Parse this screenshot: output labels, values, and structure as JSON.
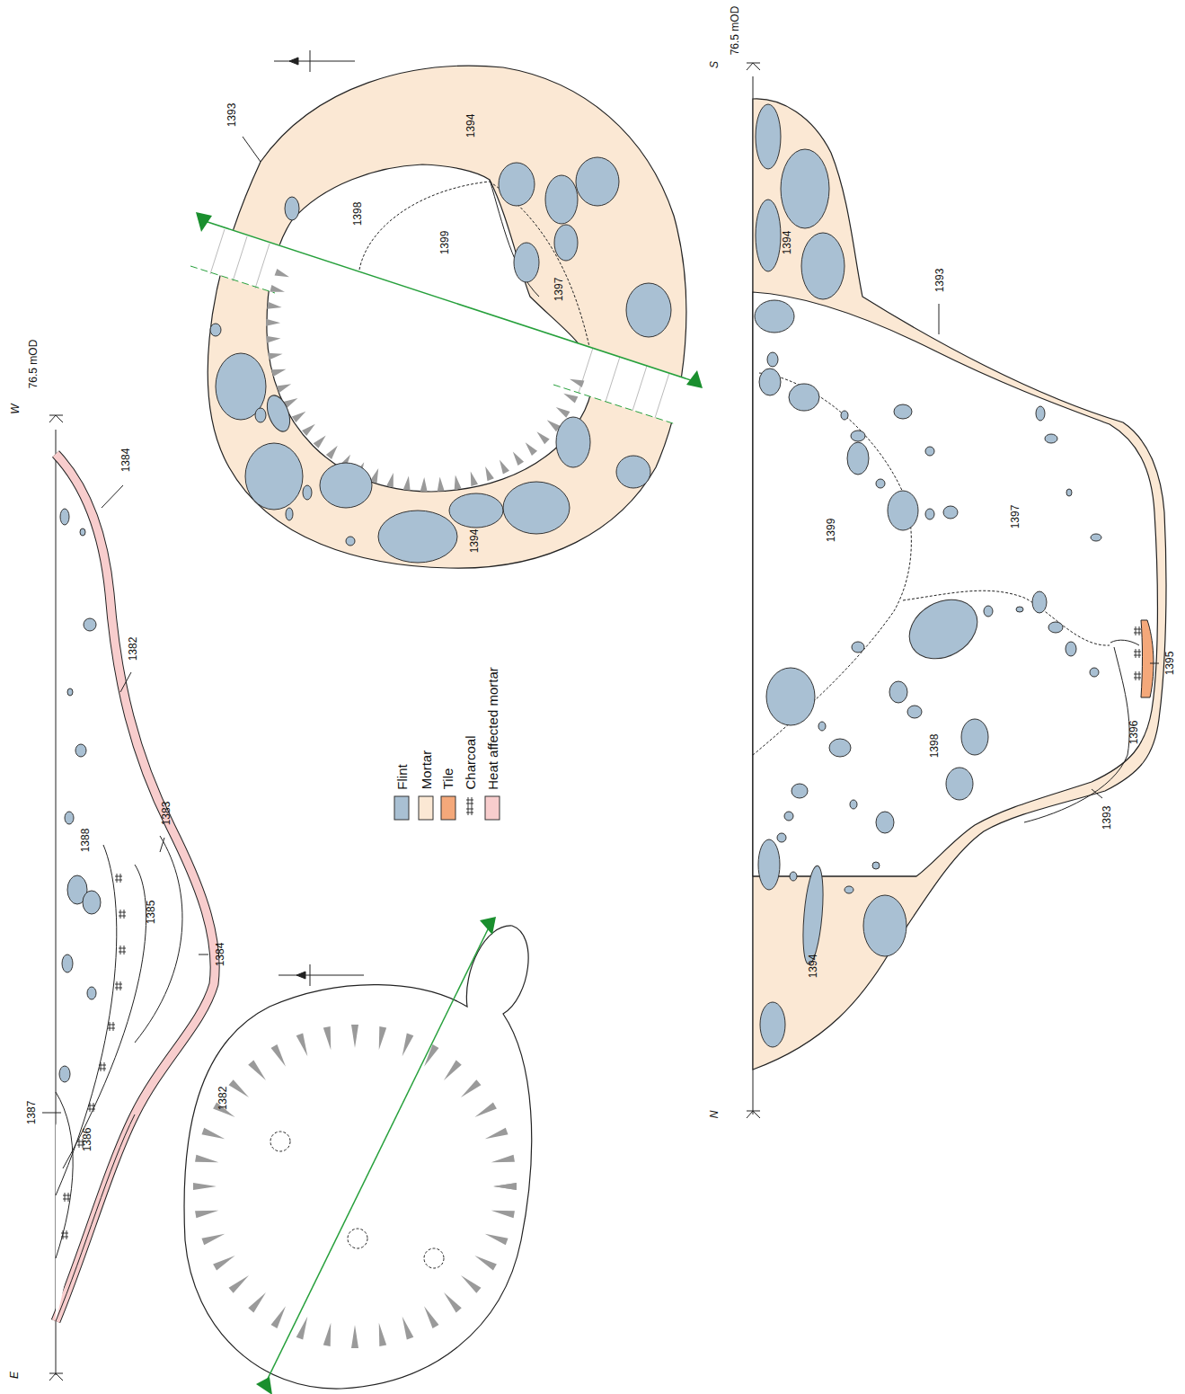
{
  "diagram": {
    "labels": [
      "W",
      "76.5 mOD",
      "1384",
      "1382",
      "1383",
      "1388",
      "1385",
      "1384",
      "1387",
      "1386",
      "E",
      "1382",
      "1393",
      "1394",
      "1398",
      "1399",
      "1397",
      "1394",
      "S",
      "76.5 mOD",
      "1394",
      "1393",
      "1399",
      "1397",
      "1398",
      "1396",
      "1395",
      "1393",
      "1394",
      "N"
    ],
    "legend": [
      {
        "text": "Flint",
        "color": "#a9c0d3"
      },
      {
        "text": "Mortar",
        "color": "#fbe8d4"
      },
      {
        "text": "Tile",
        "color": "#f4a87a"
      },
      {
        "text": "Charcoal"
      },
      {
        "text": "Heat affected mortar",
        "color": "#f8cdcd"
      }
    ]
  }
}
